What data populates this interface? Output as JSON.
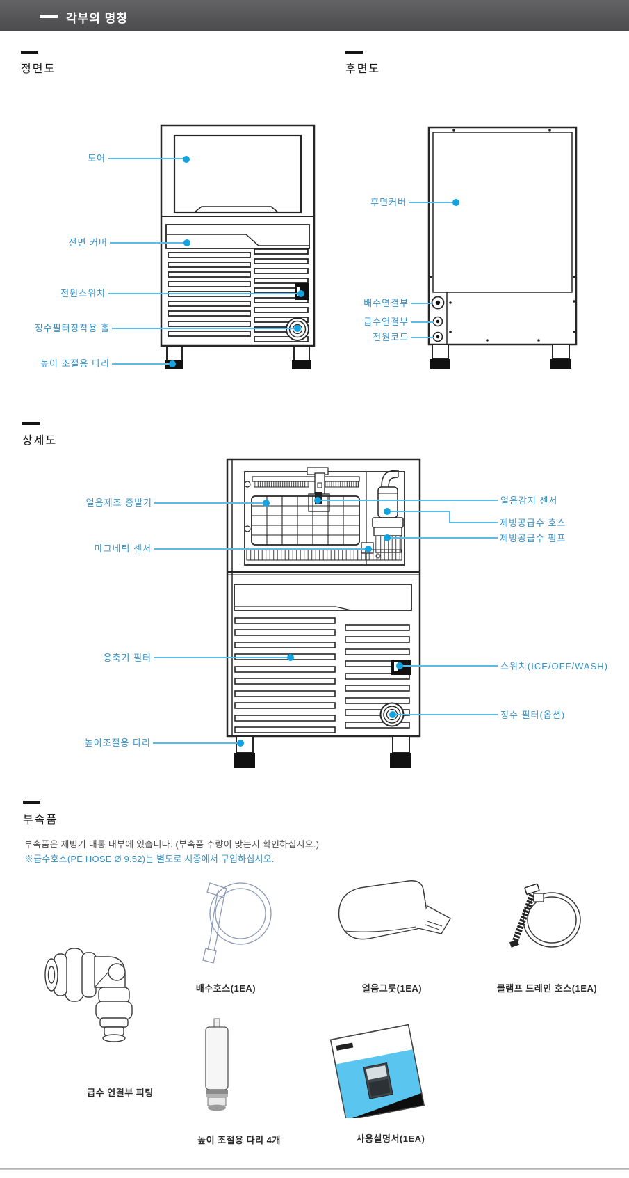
{
  "header": {
    "title": "각부의 명칭"
  },
  "front_view": {
    "title": "정면도",
    "labels": {
      "door": "도어",
      "front_cover": "전면 커버",
      "power_switch": "전원스위치",
      "filter_hole": "정수필터장착용 홀",
      "legs": "높이 조절용 다리"
    }
  },
  "rear_view": {
    "title": "후면도",
    "labels": {
      "rear_cover": "후면커버",
      "drain_connector": "배수연결부",
      "water_supply_connector": "급수연결부",
      "power_cord": "전원코드"
    }
  },
  "detail_view": {
    "title": "상세도",
    "labels": {
      "evaporator": "얼음제조 증발기",
      "magnetic_sensor": "마그네틱 센서",
      "condenser_filter": "응축기 필터",
      "legs": "높이조절용 다리",
      "ice_sensor": "얼음감지 센서",
      "supply_hose": "제빙공급수 호스",
      "supply_pump": "제빙공급수 펌프",
      "mode_switch": "스위치(ICE/OFF/WASH)",
      "water_filter": "정수 필터(옵션)"
    }
  },
  "accessories": {
    "title": "부속품",
    "note_line1": "부속품은 제빙기 내통 내부에 있습니다. (부속품 수량이 맞는지 확인하십시오.)",
    "note_line2": "※급수호스(PE HOSE Ø 9.52)는  별도로 시중에서 구입하십시오.",
    "items": {
      "drain_hose": "배수호스(1EA)",
      "ice_scoop": "얼음그릇(1EA)",
      "clamp_drain_hose": "클램프 드레인 호스(1EA)",
      "water_supply_fitting": "급수 연결부 피팅",
      "adjustable_legs": "높이 조절용 다리 4개",
      "manual": "사용설명서(1EA)"
    }
  },
  "colors": {
    "accent_blue_text": "#3492c8",
    "leader_line_blue": "#5cbce9",
    "marker_dot_blue": "#14a3e0",
    "header_bg": "#565658",
    "manual_cover_cyan": "#5ac5ef"
  }
}
